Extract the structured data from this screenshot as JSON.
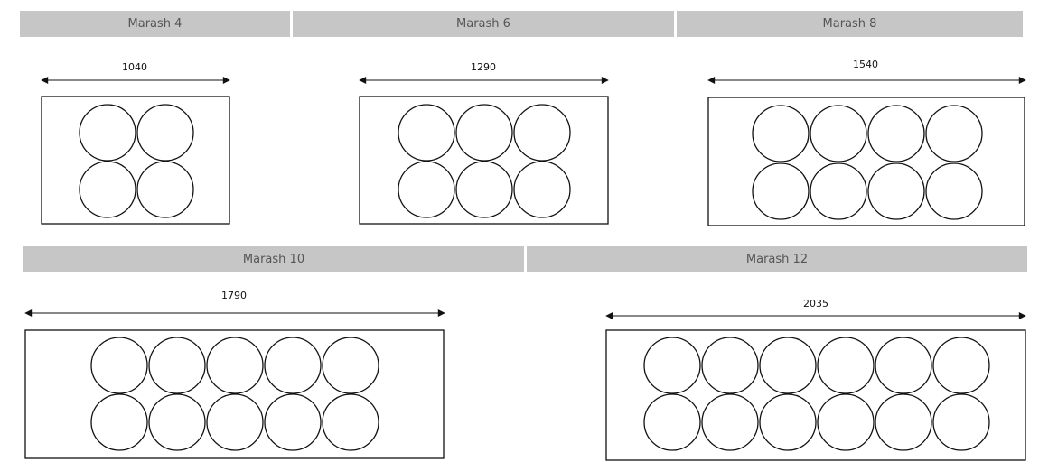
{
  "headers": [
    "Marash 4",
    "Marash 6",
    "Marash 8",
    "Marash 10",
    "Marash 12"
  ],
  "dimensions": [
    "1040",
    "1290",
    "1540",
    "1790",
    "2035"
  ],
  "colors": {
    "header_bg": "#c6c6c6",
    "header_text": "#555555",
    "stroke": "#111111"
  },
  "icons": {
    "dimension_arrow": "double-headed-arrow"
  },
  "units": [
    {
      "model": "Marash 4",
      "seat_rows": 2,
      "seats_per_row": 2
    },
    {
      "model": "Marash 6",
      "seat_rows": 2,
      "seats_per_row": 3
    },
    {
      "model": "Marash 8",
      "seat_rows": 2,
      "seats_per_row": 4
    },
    {
      "model": "Marash 10",
      "seat_rows": 2,
      "seats_per_row": 5
    },
    {
      "model": "Marash 12",
      "seat_rows": 2,
      "seats_per_row": 6
    }
  ]
}
